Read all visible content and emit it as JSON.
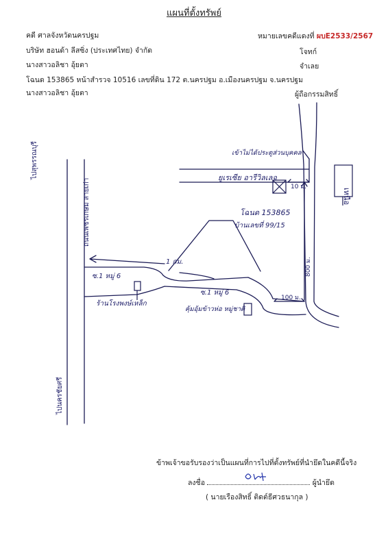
{
  "document": {
    "title": "แผนที่ตั้งทรัพย์",
    "court": "คดี ศาลจังหวัดนครปฐม",
    "case_no_label": "หมายเลขคดีแดงที่",
    "case_no": "ผบE2533/2567",
    "plaintiff": "บริษัท ฮอนด้า ลีสซิ่ง (ประเทศไทย) จำกัด",
    "plaintiff_role": "โจทก์",
    "defendant": "นางสาวอลิชา อุ้ยตา",
    "defendant_role": "จำเลย",
    "deed": "โฉนด 153865 หน้าสำรวจ 10516 เลขที่ดิน 172 ต.นครปฐม อ.เมืองนครปฐม จ.นครปฐม",
    "owner": "นางสาวอลิชา อุ้ยตา",
    "owner_role": "ผู้ถือกรรมสิทธิ์"
  },
  "map": {
    "north": "เหนือ",
    "road_left_top": "ไปสุพรรณบุรี",
    "road_left_mid": "ถนนเพชรเกษม สายเก่า",
    "road_left_bottom": "ไปนครชัยศรี",
    "gate_label": "เข้าไม่ได้ประตูส่วนบุคคล",
    "building_label": "ยูเรเซีย อารีวิลเลจ",
    "dist_10": "10 ม.",
    "deed_label": "โฉนด 153865",
    "house_label": "บ้านเลขที่ 99/15",
    "dist_800": "800 ม.",
    "dist_1km": "1 กม.",
    "dist_100": "100 ม.",
    "soi_left": "ซ.1 หมู่ 6",
    "soi_right": "ซ.1 หมู่ 6",
    "shop_label": "ร้านโรงพงษ์เหล็ก",
    "pond_label": "คุ้มอุ้มข้าวห่อ หมู่ชาติ"
  },
  "footer": {
    "certify": "ข้าพเจ้าขอรับรองว่าเป็นแผนที่การไปที่ตั้งทรัพย์ที่นำยึดในคดีนี้จริง",
    "sign_prefix": "ลงชื่อ",
    "sign_suffix": "ผู้นำยึด",
    "signer": "( นายเรืองสิทธิ์ ติดต์ธีศวธนากุล )"
  }
}
